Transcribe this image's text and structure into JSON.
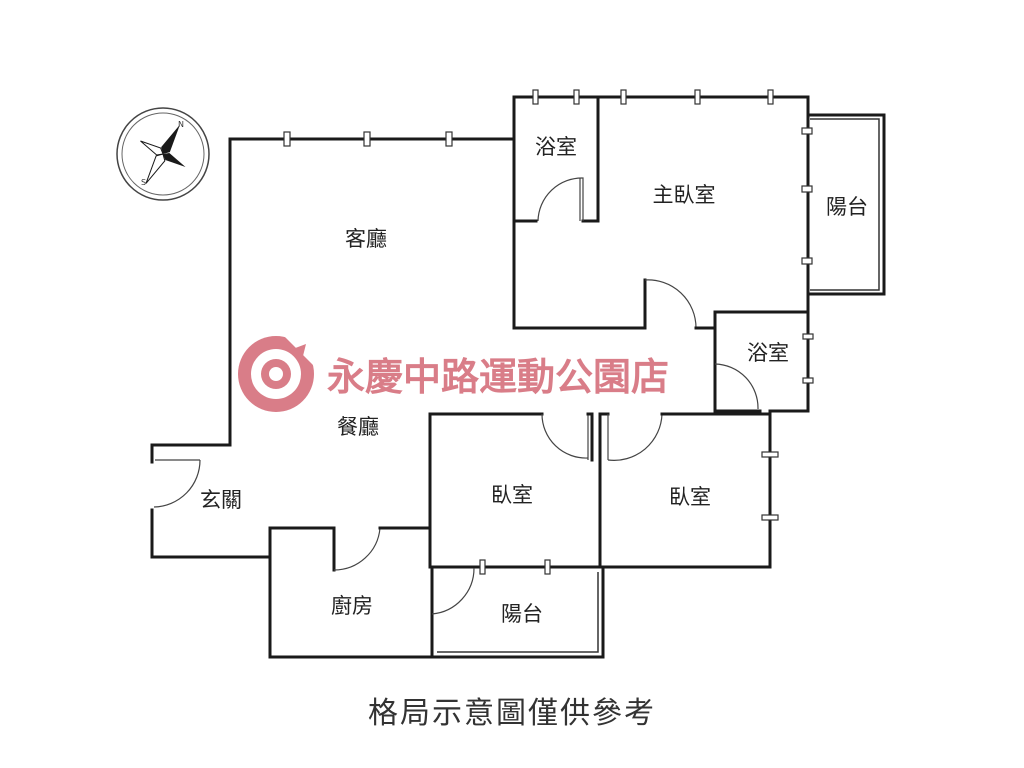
{
  "rooms": {
    "living_room": "客廳",
    "dining_room": "餐廳",
    "master_bedroom": "主臥室",
    "bathroom_master": "浴室",
    "bathroom_hall": "浴室",
    "balcony_master": "陽台",
    "balcony_bedroom": "陽台",
    "entrance": "玄關",
    "bedroom_1": "臥室",
    "bedroom_2": "臥室",
    "kitchen": "廚房"
  },
  "watermark": {
    "store_name": "永慶中路運動公園店",
    "color": "#d6737e"
  },
  "compass": {
    "icon": "compass-rose-icon",
    "north_label": "N",
    "south_label": "S"
  },
  "footer": {
    "disclaimer": "格局示意圖僅供參考"
  },
  "colors": {
    "wall": "#1a1a1a",
    "label": "#222222"
  }
}
